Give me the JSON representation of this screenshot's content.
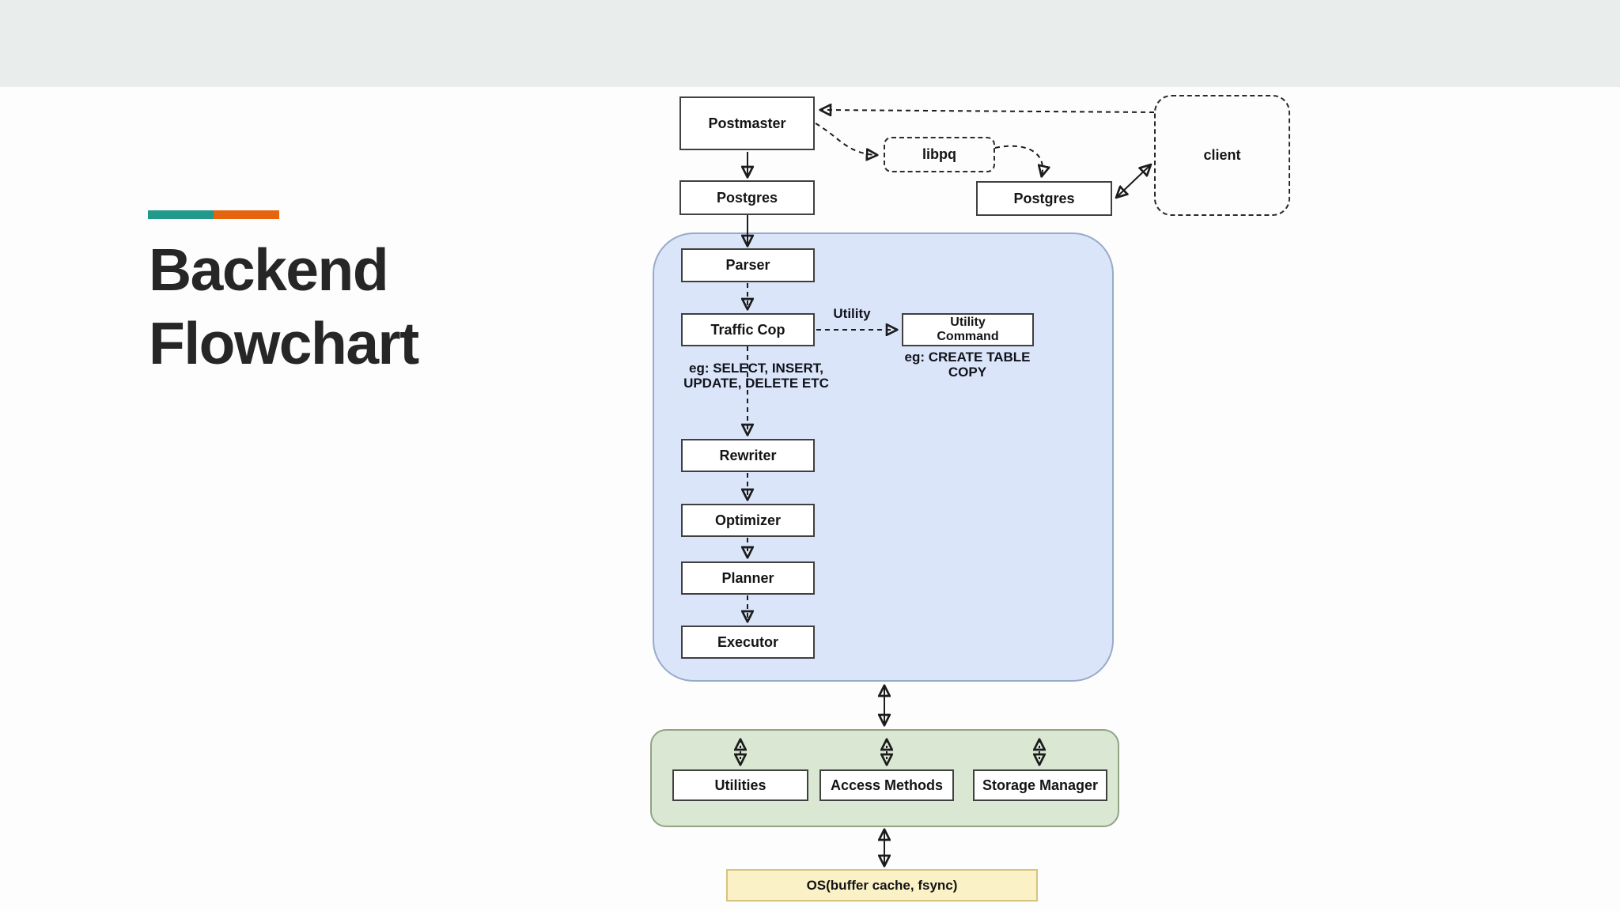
{
  "slide": {
    "title": {
      "line1": "Backend",
      "line2": "Flowchart"
    }
  },
  "nodes": {
    "postmaster": {
      "label": "Postmaster"
    },
    "postgres_left": {
      "label": "Postgres"
    },
    "libpq": {
      "label": "libpq"
    },
    "postgres_right": {
      "label": "Postgres"
    },
    "client": {
      "label": "client"
    },
    "parser": {
      "label": "Parser"
    },
    "traffic_cop": {
      "label": "Traffic Cop"
    },
    "utility_command": {
      "line1": "Utility",
      "line2": "Command"
    },
    "rewriter": {
      "label": "Rewriter"
    },
    "optimizer": {
      "label": "Optimizer"
    },
    "planner": {
      "label": "Planner"
    },
    "executor": {
      "label": "Executor"
    },
    "utilities": {
      "label": "Utilities"
    },
    "access_methods": {
      "label": "Access Methods"
    },
    "storage_manager": {
      "label": "Storage Manager"
    },
    "os": {
      "label": "OS(buffer cache, fsync)"
    }
  },
  "notes": {
    "utility_edge_label": "Utility",
    "select_note": {
      "line1": "eg: SELECT, INSERT,",
      "line2": "UPDATE, DELETE ETC"
    },
    "create_note": {
      "line1": "eg: CREATE TABLE",
      "line2": "COPY"
    }
  },
  "edges": [
    {
      "from": "Postmaster",
      "to": "Postgres (left)",
      "style": "solid-arrow"
    },
    {
      "from": "Postgres (left)",
      "to": "Parser",
      "style": "solid-arrow"
    },
    {
      "from": "client",
      "to": "Postmaster",
      "style": "dashed-arrow"
    },
    {
      "from": "Postmaster",
      "to": "libpq",
      "style": "dashed-curved-arrow"
    },
    {
      "from": "libpq",
      "to": "Postgres (right)",
      "style": "dashed-curved-arrow"
    },
    {
      "from": "Postgres (right)",
      "to": "client",
      "style": "solid-double-arrow"
    },
    {
      "from": "Parser",
      "to": "Traffic Cop",
      "style": "dashed-arrow"
    },
    {
      "from": "Traffic Cop",
      "to": "Utility Command",
      "style": "dashed-arrow",
      "label": "Utility"
    },
    {
      "from": "Traffic Cop",
      "to": "Rewriter",
      "style": "dashed-arrow",
      "label": "eg: SELECT, INSERT, UPDATE, DELETE ETC"
    },
    {
      "from": "Rewriter",
      "to": "Optimizer",
      "style": "dashed-arrow"
    },
    {
      "from": "Optimizer",
      "to": "Planner",
      "style": "dashed-arrow"
    },
    {
      "from": "Planner",
      "to": "Executor",
      "style": "dashed-arrow"
    },
    {
      "from": "backend-container",
      "to": "storage-container",
      "style": "solid-double-arrow"
    },
    {
      "from": "storage-container",
      "to": "Utilities",
      "style": "dashed-double-arrow"
    },
    {
      "from": "storage-container",
      "to": "Access Methods",
      "style": "dashed-double-arrow"
    },
    {
      "from": "storage-container",
      "to": "Storage Manager",
      "style": "dashed-double-arrow"
    },
    {
      "from": "storage-container",
      "to": "OS(buffer cache, fsync)",
      "style": "solid-double-arrow"
    }
  ],
  "colors": {
    "top_band": "#e9edec",
    "background": "#fcfdfc",
    "accent_teal": "#21998b",
    "accent_orange": "#e5640e",
    "title_text": "#262626",
    "backend_container_fill": "#dbe5fa",
    "backend_container_border": "#97abc9",
    "storage_container_fill": "#dae7d3",
    "storage_container_border": "#8fa583",
    "os_fill": "#fbf1c6",
    "os_border": "#d6c37f",
    "node_border": "#404040",
    "edge_color": "#1c1c1c"
  }
}
